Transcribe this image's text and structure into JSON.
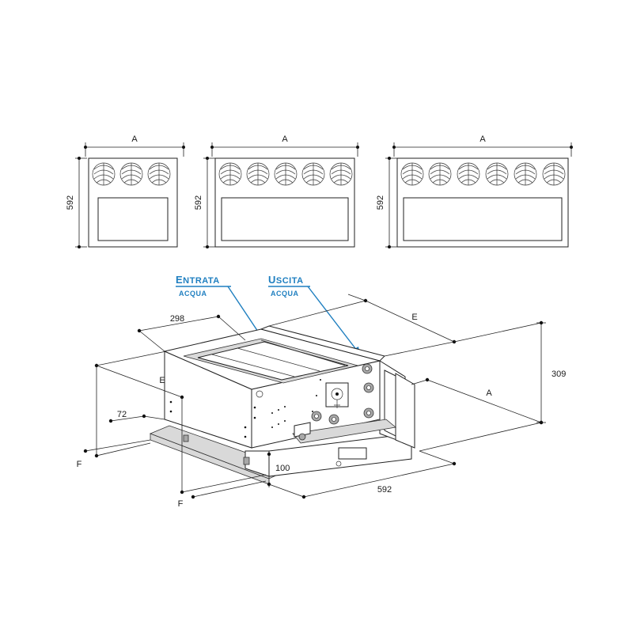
{
  "front_views": [
    {
      "width_label": "A",
      "height_label": "592",
      "fans": 3
    },
    {
      "width_label": "A",
      "height_label": "592",
      "fans": 5
    },
    {
      "width_label": "A",
      "height_label": "592",
      "fans": 6
    }
  ],
  "callouts": {
    "inlet": {
      "title_initial": "E",
      "title_rest": "NTRATA",
      "subtitle": "ACQUA"
    },
    "outlet": {
      "title_initial": "U",
      "title_rest": "SCITA",
      "subtitle": "ACQUA"
    }
  },
  "dimensions": {
    "d298": "298",
    "e_top": "E",
    "e_left": "E",
    "d309": "309",
    "a_iso": "A",
    "d72": "72",
    "f_left": "F",
    "d100": "100",
    "d592": "592",
    "f_bottom": "F"
  },
  "colors": {
    "callout": "#1f7fc0",
    "line": "#222222"
  }
}
